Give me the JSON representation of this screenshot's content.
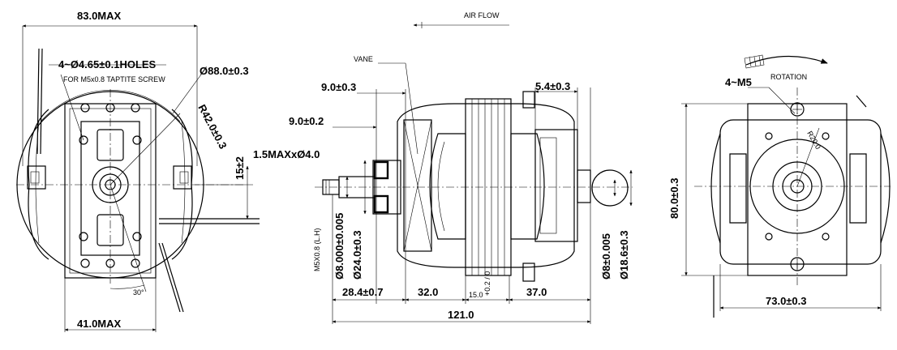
{
  "views": {
    "front": {
      "width_max": "83.0MAX",
      "holes": "4~Ø4.65±0.1HOLES",
      "screw_note": "FOR M5x0.8 TAPTITE SCREW",
      "circle_dia": "Ø88.0±0.3",
      "radius": "R42.0±0.3",
      "lead": "1.5MAXxØ4.0",
      "lead_offset": "15±2",
      "angle": "30°",
      "base_max": "41.0MAX"
    },
    "side": {
      "air_flow": "AIR FLOW",
      "vane": "VANE",
      "dim_9_3": "9.0±0.3",
      "dim_9_2": "9.0±0.2",
      "dim_5_4": "5.4±0.3",
      "thread": "M5X0.8 (L.H)",
      "shaft_dia": "Ø8.000±0.005",
      "hub_dia": "Ø24.0±0.3",
      "rear_shaft": "Ø8±0.005",
      "rear_boss": "Ø18.6±0.3",
      "dim_28_4": "28.4±0.7",
      "dim_32": "32.0",
      "dim_15": "15.0",
      "tol_stack": "+0.2 / 0",
      "dim_37": "37.0",
      "overall": "121.0"
    },
    "rear": {
      "rotation": "ROTATION",
      "screws": "4~M5",
      "radius": "R20.0",
      "height": "80.0±0.3",
      "width": "73.0±0.3"
    }
  }
}
